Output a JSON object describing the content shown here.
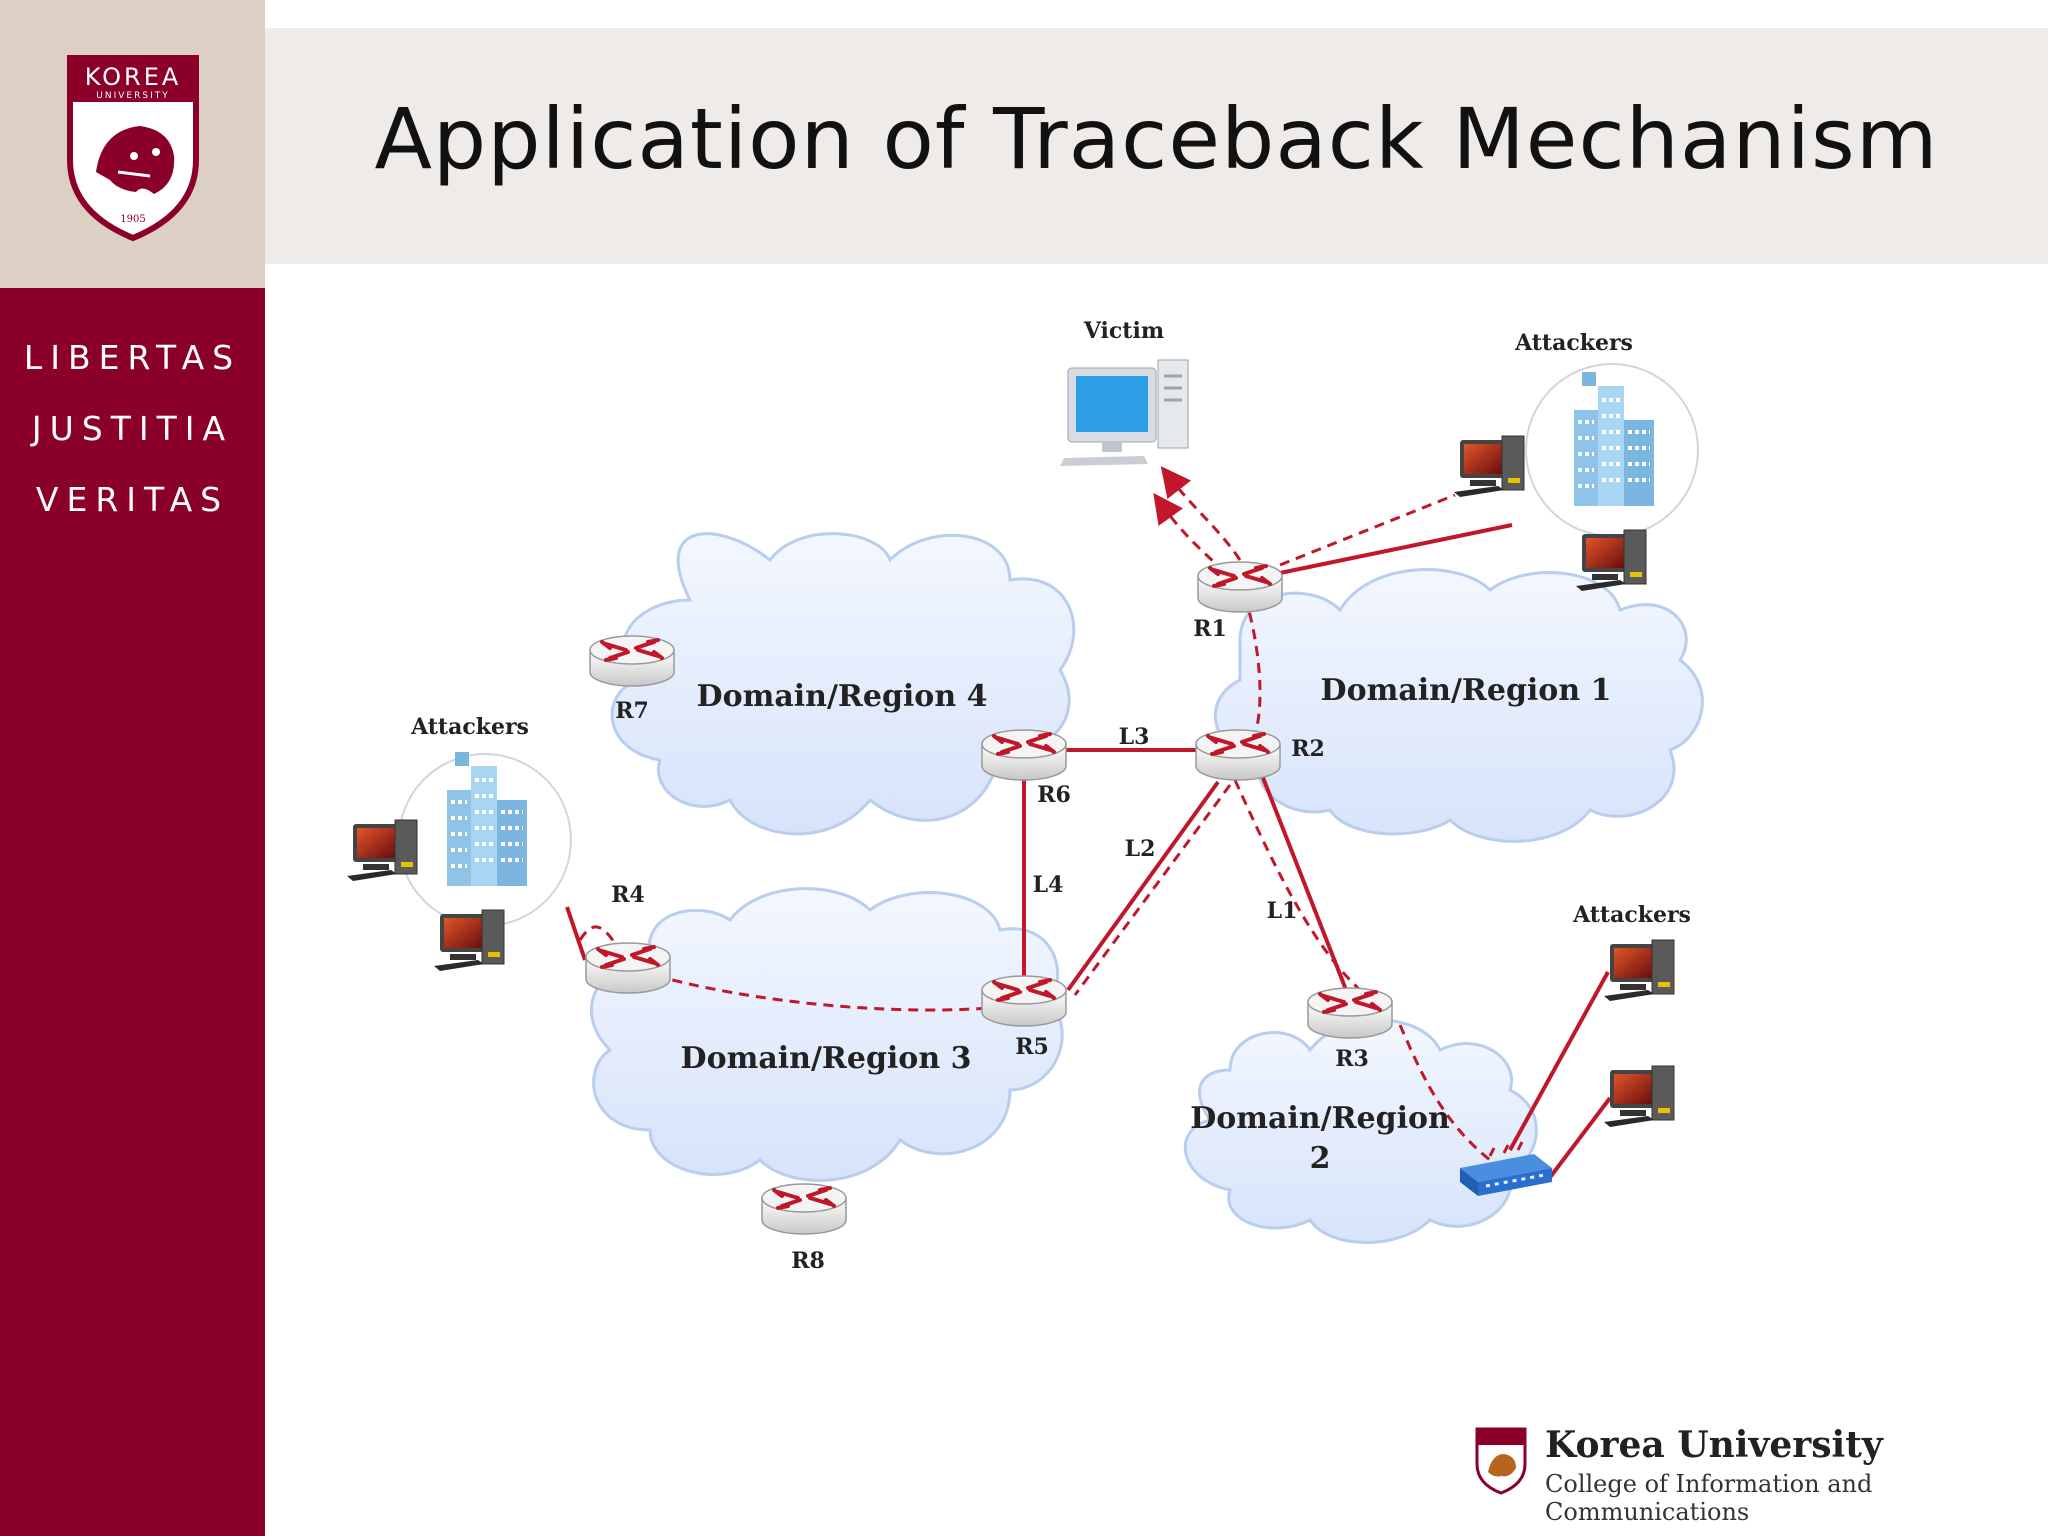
{
  "slide": {
    "title": "Application of Traceback Mechanism",
    "logo_text_top": "KOREA",
    "logo_text_sub": "UNIVERSITY",
    "logo_year": "1905",
    "motto": [
      "LIBERTAS",
      "JUSTITIA",
      "VERITAS"
    ],
    "footer_name": "Korea University",
    "footer_college": "College of Information and Communications"
  },
  "diagram": {
    "labels": {
      "victim": "Victim",
      "attackers_top": "Attackers",
      "attackers_left": "Attackers",
      "attackers_right": "Attackers"
    },
    "domains": {
      "d1": "Domain/Region 1",
      "d2_line1": "Domain/Region",
      "d2_line2": "2",
      "d3": "Domain/Region 3",
      "d4": "Domain/Region 4"
    },
    "routers": {
      "r1": "R1",
      "r2": "R2",
      "r3": "R3",
      "r4": "R4",
      "r5": "R5",
      "r6": "R6",
      "r7": "R7",
      "r8": "R8"
    },
    "links": {
      "l1": "L1",
      "l2": "L2",
      "l3": "L3",
      "l4": "L4"
    }
  },
  "colors": {
    "sidebar": "#8a0029",
    "sidebar_top": "#dccfc3",
    "title_band": "#efebe8",
    "link_red": "#c0182a",
    "cloud_fill": "#dfe9fb",
    "cloud_stroke": "#b9cdef"
  }
}
